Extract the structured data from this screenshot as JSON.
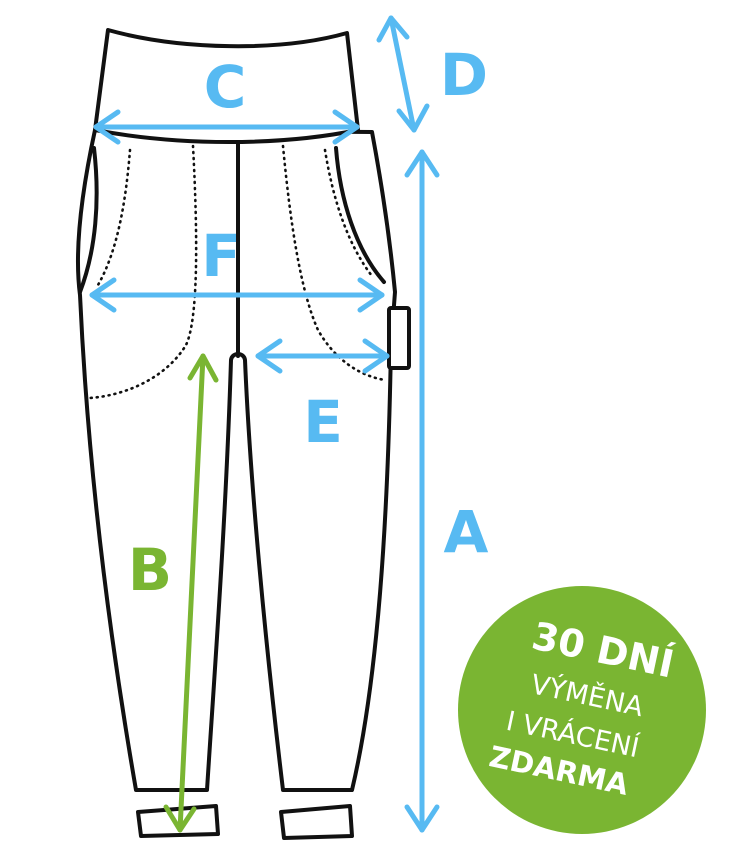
{
  "colors": {
    "measure_blue": "#57baf2",
    "measure_green": "#7ab532",
    "badge_green": "#7ab532",
    "outline": "#111111"
  },
  "labels": {
    "a": "A",
    "b": "B",
    "c": "C",
    "d": "D",
    "e": "E",
    "f": "F"
  },
  "badge": {
    "line1": "30 DNÍ",
    "line2": "VÝMĚNA",
    "line3": "I VRÁCENÍ",
    "line4": "ZDARMA"
  }
}
